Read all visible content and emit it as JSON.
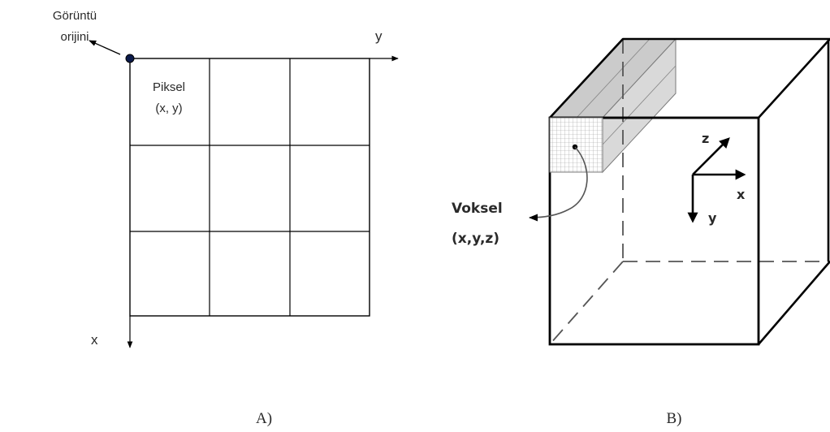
{
  "panel_a": {
    "origin_label_line1": "Görüntü",
    "origin_label_line2": "orijini",
    "pixel_label_line1": "Piksel",
    "pixel_label_line2": "(x, y)",
    "axis_x_label": "x",
    "axis_y_label": "y",
    "caption": "A)"
  },
  "panel_b": {
    "voxel_label_line1": "Voksel",
    "voxel_label_line2": "(x,y,z)",
    "axis_x_label": "x",
    "axis_y_label": "y",
    "axis_z_label": "z",
    "caption": "B)"
  },
  "colors": {
    "line": "#000000",
    "shaded_face": "#b9b9b9",
    "origin_dot": "#0b1a4a"
  }
}
